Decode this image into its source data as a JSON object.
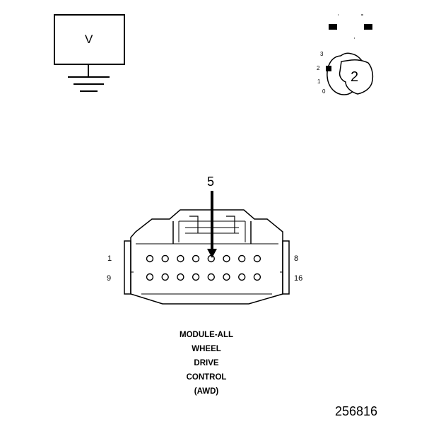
{
  "meter": {
    "symbol": "V"
  },
  "selector_switch": {
    "positions": [
      "3",
      "2",
      "1",
      "0"
    ],
    "selected": "2"
  },
  "callout": {
    "pin": "5"
  },
  "connector": {
    "pin_labels": {
      "top_left": "1",
      "top_right": "8",
      "bottom_left": "9",
      "bottom_right": "16"
    },
    "rows": 2,
    "pins_per_row": 8
  },
  "caption": {
    "lines": [
      "MODULE-ALL",
      "WHEEL",
      "DRIVE",
      "CONTROL",
      "(AWD)"
    ]
  },
  "figure_number": "256816"
}
